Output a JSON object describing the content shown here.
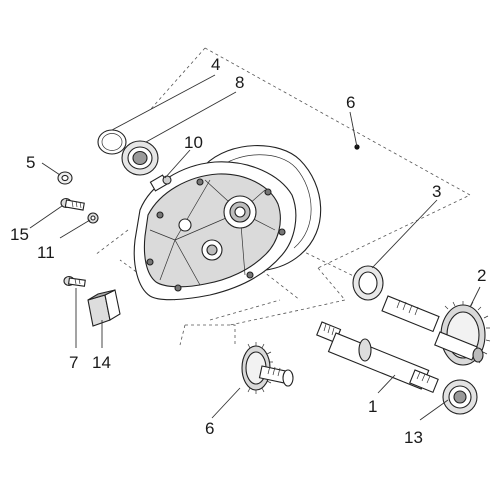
{
  "callouts": {
    "c1": "1",
    "c2": "2",
    "c3": "3",
    "c4": "4",
    "c5": "5",
    "c6_top": "6",
    "c6_bottom": "6",
    "c7": "7",
    "c8": "8",
    "c10": "10",
    "c11": "11",
    "c13": "13",
    "c14": "14",
    "c15": "15"
  },
  "colors": {
    "line": "#222222",
    "part_fill": "#ffffff",
    "shade": "#cfcfcf",
    "dark": "#555555"
  }
}
